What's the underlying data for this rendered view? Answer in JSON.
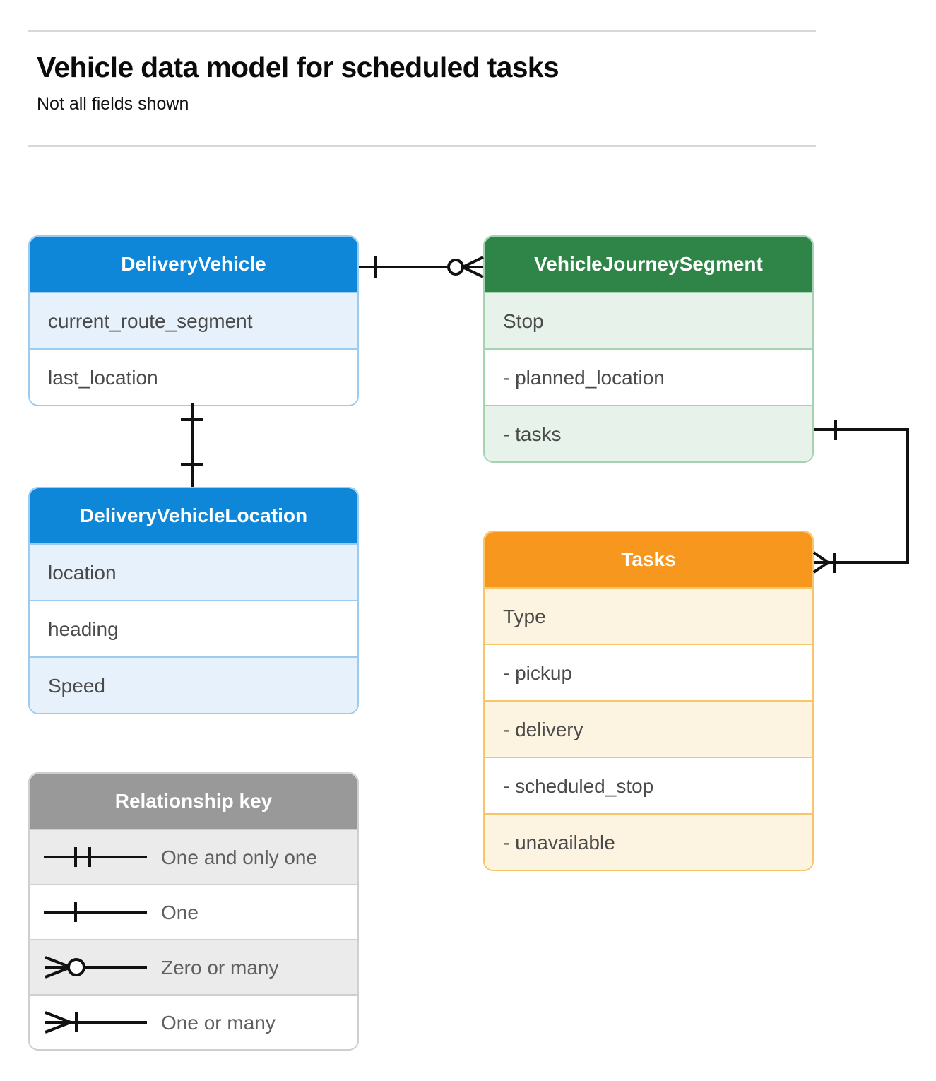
{
  "header": {
    "title": "Vehicle data model for scheduled tasks",
    "subtitle": "Not all fields shown"
  },
  "colors": {
    "blue": "#0f87d9",
    "blue_row": "#e7f1fc",
    "blue_border": "#9dcbf0",
    "green": "#2f8547",
    "green_row": "#e7f2ea",
    "green_border": "#a4d3b1",
    "orange": "#f7971d",
    "orange_row": "#fdf3e1",
    "orange_border": "#f7c66b",
    "gray": "#999999",
    "gray_row": "#ebebeb",
    "gray_border": "#cfcfcf",
    "rule": "#d8d8d8",
    "field_text": "#4a4a4a",
    "connector": "#111111"
  },
  "entities": [
    {
      "id": "delivery-vehicle",
      "title": "DeliveryVehicle",
      "color": "blue",
      "fields": [
        "current_route_segment",
        "last_location"
      ]
    },
    {
      "id": "vehicle-journey-segment",
      "title": "VehicleJourneySegment",
      "color": "green",
      "fields": [
        "Stop",
        "-  planned_location",
        "- tasks"
      ]
    },
    {
      "id": "delivery-vehicle-location",
      "title": "DeliveryVehicleLocation",
      "color": "blue",
      "fields": [
        "location",
        "heading",
        "Speed"
      ]
    },
    {
      "id": "tasks",
      "title": "Tasks",
      "color": "orange",
      "fields": [
        "Type",
        "-  pickup",
        "-  delivery",
        "-  scheduled_stop",
        "-  unavailable"
      ]
    }
  ],
  "legend": {
    "title": "Relationship key",
    "rows": [
      {
        "symbol": "one-and-only-one",
        "label": "One and only one"
      },
      {
        "symbol": "one",
        "label": "One"
      },
      {
        "symbol": "zero-or-many",
        "label": "Zero or many"
      },
      {
        "symbol": "one-or-many",
        "label": "One or many"
      }
    ]
  },
  "relationships": [
    {
      "id": "deliveryvehicle-to-journeysegment",
      "from": "DeliveryVehicle",
      "to": "VehicleJourneySegment",
      "from_cardinality": "One",
      "to_cardinality": "Zero or many"
    },
    {
      "id": "deliveryvehicle-to-location",
      "from": "DeliveryVehicle",
      "to": "DeliveryVehicleLocation",
      "from_cardinality": "One",
      "to_cardinality": "One"
    },
    {
      "id": "journeysegment-tasks-to-tasks",
      "from": "VehicleJourneySegment.tasks",
      "to": "Tasks",
      "from_cardinality": "One",
      "to_cardinality": "One or many"
    }
  ]
}
